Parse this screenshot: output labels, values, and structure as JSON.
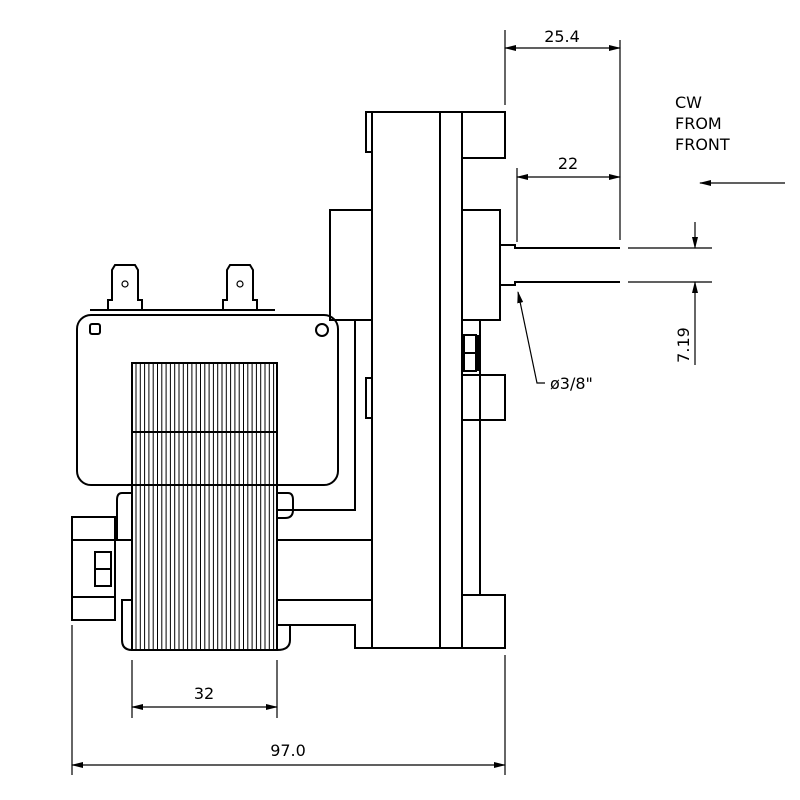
{
  "title": "Gear motor dimensional drawing",
  "dimensions": {
    "shaft_extension_total": "25.4",
    "shaft_extension_flat": "22",
    "shaft_flat_height": "7.19",
    "shaft_diameter": "ø3/8\"",
    "coil_width": "32",
    "overall_length": "97.0"
  },
  "rotation_note": [
    "CW",
    "FROM",
    "FRONT"
  ],
  "colors": {
    "line": "#000000",
    "background": "#ffffff"
  }
}
